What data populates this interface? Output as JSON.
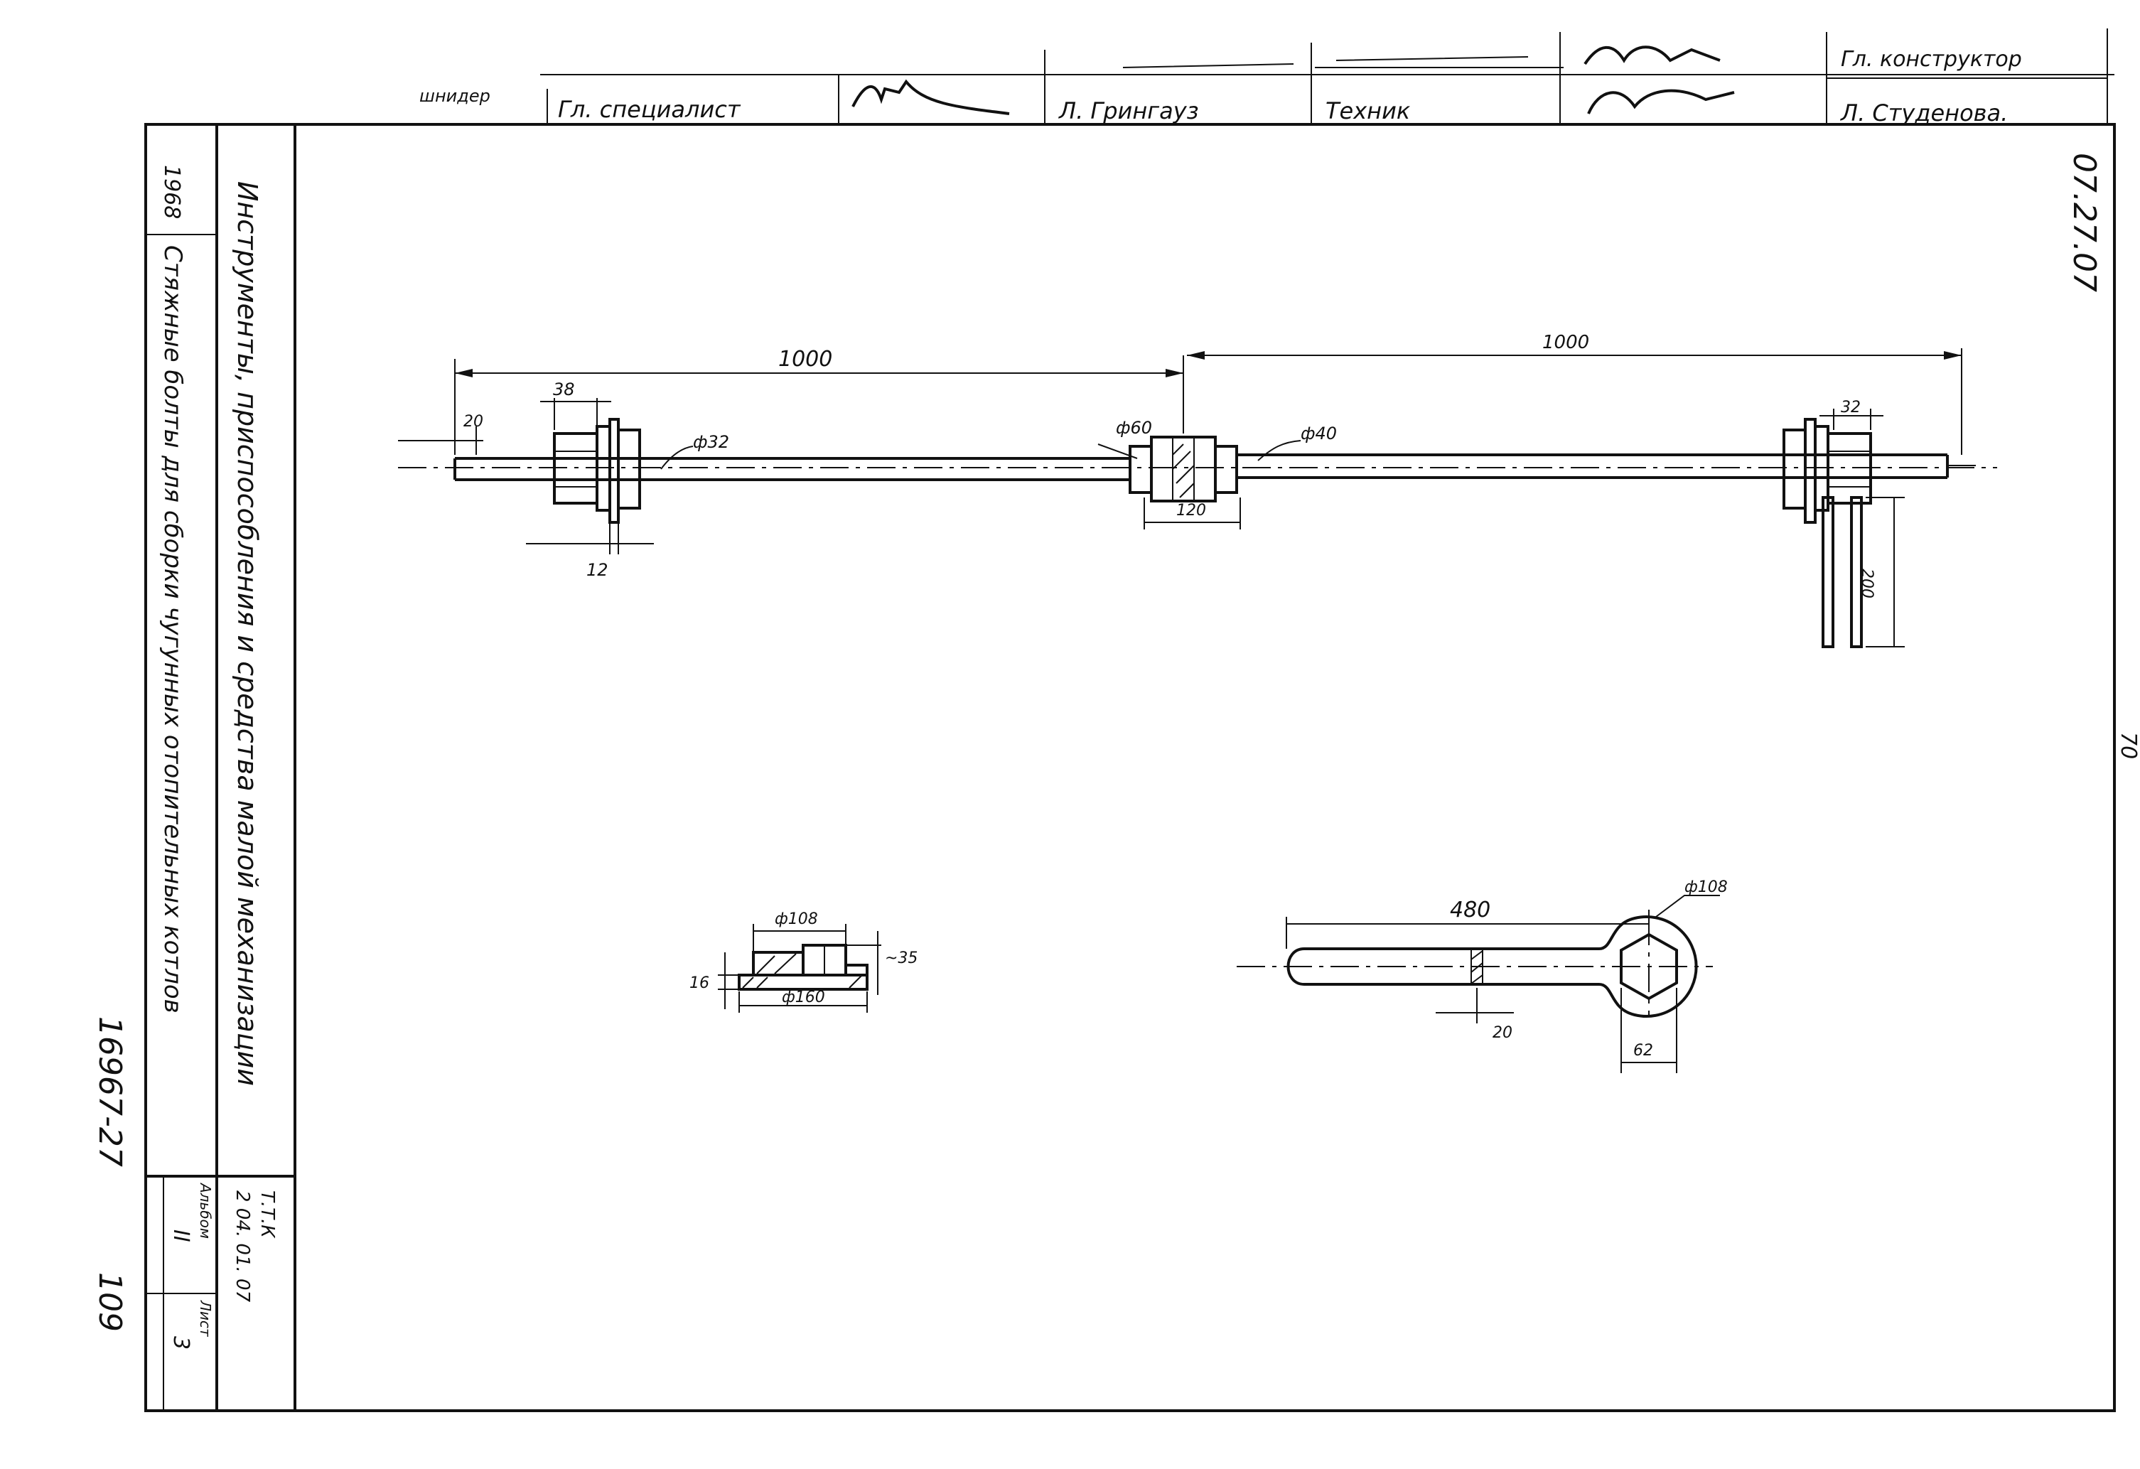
{
  "title_block": {
    "row1_c1": "",
    "row1_c2": "",
    "row1_c3": "",
    "row1_c4": "",
    "row2_c0": "шнидер",
    "row2_c1": "Гл. специалист",
    "row2_c3": "Л. Грингауз",
    "row2_c4": "Техник",
    "row2_c6": "Л. Студенова.",
    "row1_c6": "Гл. конструктор",
    "signatures": [
      "signature-1",
      "signature-2",
      "signature-3"
    ]
  },
  "left_strip": {
    "year": "1968",
    "subject": "Стяжные болты для сборки чугунных отопительных котлов",
    "heading": "Инструменты, приспособления и средства малой механизации",
    "ttk_label": "Т.Т.К",
    "ttk_code": "2 04. 01. 07",
    "album_label": "Альбом",
    "album_value": "II",
    "sheet_label": "Лист",
    "sheet_value": "3",
    "doc_number": "16967-27",
    "page_number": "109"
  },
  "right_margin": {
    "code": "07.27.07",
    "mark": "70"
  },
  "dimensions": {
    "left_length": "1000",
    "right_length": "1000",
    "d38": "38",
    "d20_left": "20",
    "phi32": "ф32",
    "d12": "12",
    "phi60": "ф60",
    "phi40": "ф40",
    "d120": "120",
    "d32_right": "32",
    "d200": "200",
    "nut_phi108": "ф108",
    "nut_phi160": "ф160",
    "nut_16": "16",
    "nut_35": "~35",
    "wrench_480": "480",
    "wrench_phi108": "ф108",
    "wrench_20": "20",
    "wrench_62": "62"
  },
  "icons": [
    "signature-icon"
  ]
}
